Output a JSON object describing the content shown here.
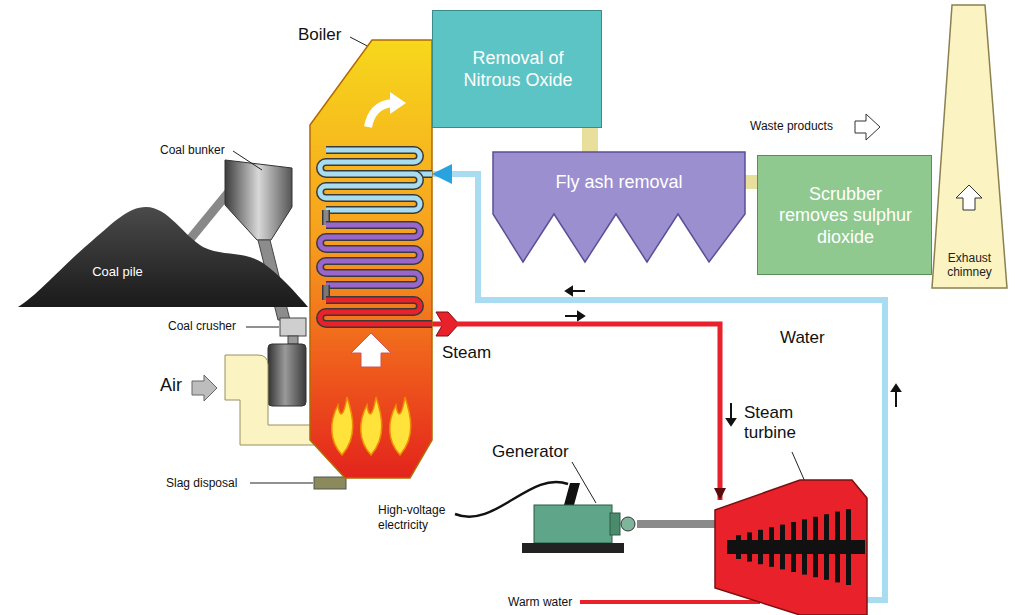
{
  "diagram": {
    "nodes": [
      {
        "text": [
          "Boiler"
        ]
      },
      {
        "text": [
          "Removal of Nitrous Oxide"
        ]
      },
      {
        "text": [
          "Fly ash removal"
        ]
      },
      {
        "text": [
          "Scrubber removes sulphur dioxide"
        ]
      },
      {
        "text": [
          "Exhaust chimney"
        ]
      },
      {
        "text": [
          "Coal pile"
        ]
      },
      {
        "text": [
          "Generator"
        ]
      },
      {
        "text": [
          "Steam turbine"
        ]
      }
    ],
    "edges": [
      {
        "from": 0,
        "to": 7,
        "arrow": "to",
        "label": "Steam"
      },
      {
        "from": 7,
        "to": 0,
        "arrow": "to",
        "label": "Water"
      },
      {
        "from": 1,
        "to": 2,
        "arrow": "none"
      },
      {
        "from": 2,
        "to": 3,
        "arrow": "none"
      },
      {
        "from": 6,
        "to": 7,
        "arrow": "none"
      }
    ],
    "labels": [
      "Waste products",
      "Air",
      "Coal bunker",
      "Coal crusher",
      "Slag disposal",
      "High-voltage electricity",
      "Warm water"
    ]
  }
}
